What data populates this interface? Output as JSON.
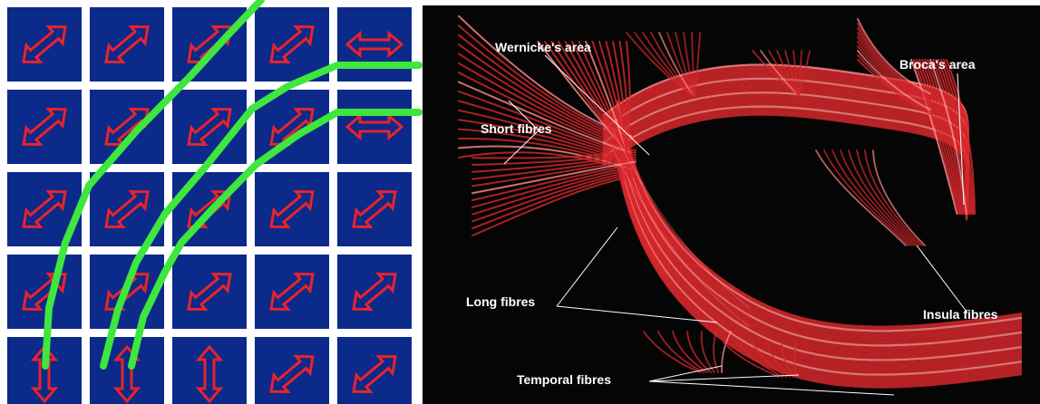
{
  "diagram": {
    "grid": {
      "cell_color": "#0b2a8a",
      "arrow_color": "#e8232b",
      "line_color": "#3ee63e",
      "arrows": [
        [
          "diag-ne",
          "diag-ne",
          "diag-ne",
          "diag-ne",
          "horizontal"
        ],
        [
          "diag-ne",
          "diag-ne",
          "diag-ne",
          "diag-ne",
          "horizontal"
        ],
        [
          "diag-ne",
          "diag-ne",
          "diag-ne",
          "diag-ne",
          "diag-ne"
        ],
        [
          "diag-ne",
          "diag-ne",
          "diag-ne",
          "diag-ne",
          "diag-ne"
        ],
        [
          "vertical",
          "vertical",
          "vertical",
          "diag-ne",
          "diag-ne"
        ]
      ]
    },
    "brain": {
      "background": "#050505",
      "fiber_color": "#d6282c",
      "labels": {
        "wernicke": "Wernicke's area",
        "broca": "Broca's area",
        "short": "Short fibres",
        "long": "Long fibres",
        "insula": "Insula fibres",
        "temporal": "Temporal fibres"
      }
    }
  }
}
